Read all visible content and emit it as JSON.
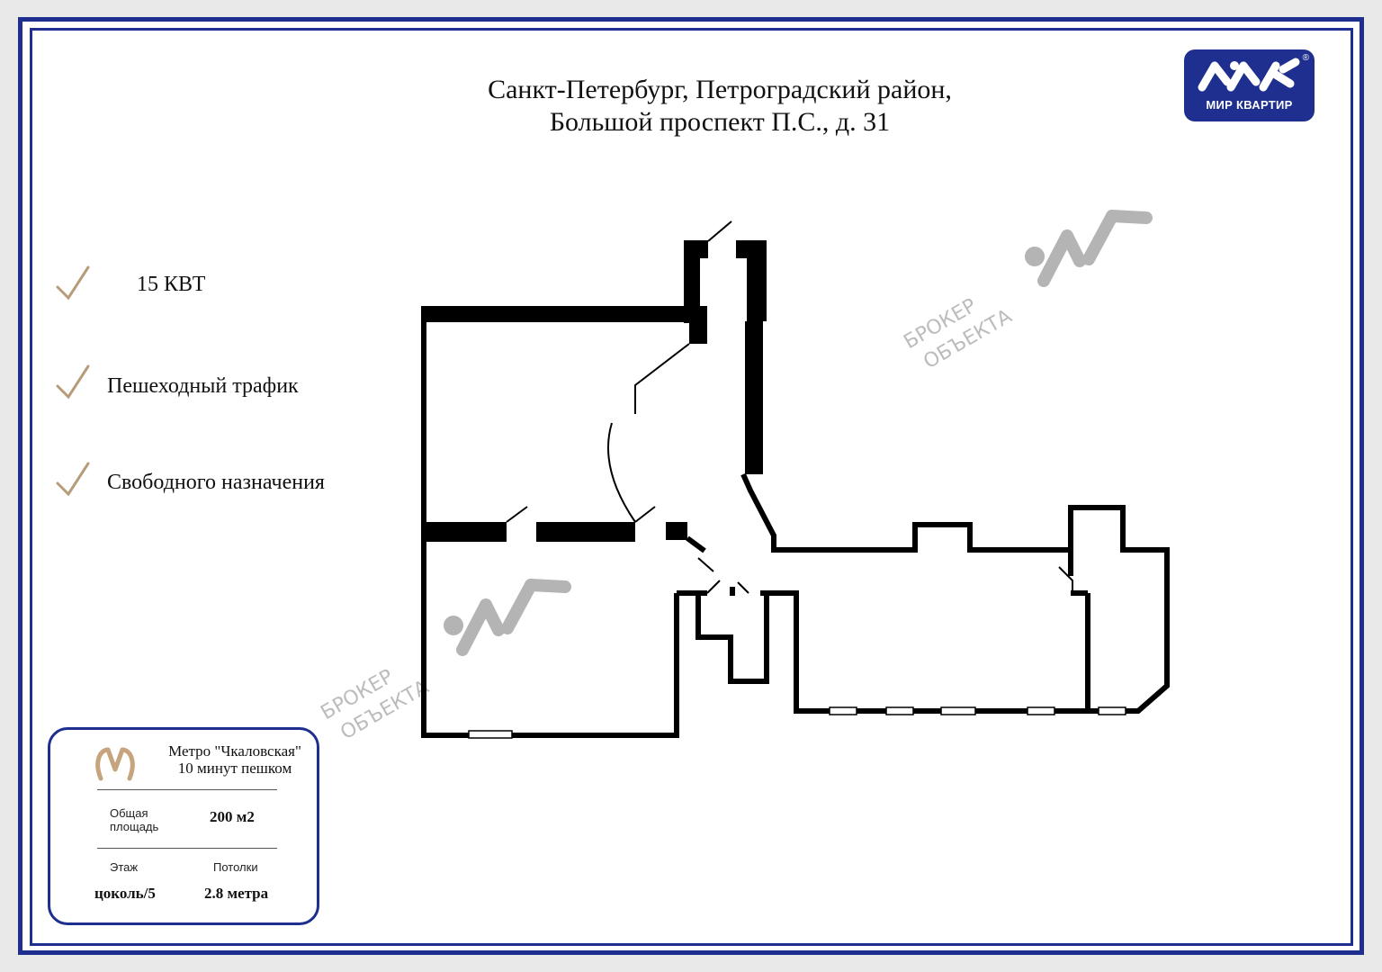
{
  "header": {
    "address_line1": "Санкт-Петербург, Петроградский район,",
    "address_line2": "Большой проспект П.С., д. 31"
  },
  "logo": {
    "caption": "МИР КВАРТИР",
    "reg_mark": "®"
  },
  "features": [
    {
      "label": "15 КВТ"
    },
    {
      "label": "Пешеходный трафик"
    },
    {
      "label": "Свободного назначения"
    }
  ],
  "info_card": {
    "metro_name": "Метро \"Чкаловская\"",
    "metro_walk": "10 минут пешком",
    "area_label_1": "Общая",
    "area_label_2": "площадь",
    "area_value": "200 м2",
    "floor_label": "Этаж",
    "floor_value": "цоколь/5",
    "ceiling_label": "Потолки",
    "ceiling_value": "2.8 метра"
  },
  "watermarks": {
    "broker_line1": "БРОКЕР",
    "broker_line2": "ОБЪЕКТА"
  },
  "colors": {
    "frame": "#1e2f8f",
    "wall": "#000000",
    "check": "#b79c7a",
    "watermark": "#bcbcbc",
    "metro_icon": "#c6a47e"
  }
}
